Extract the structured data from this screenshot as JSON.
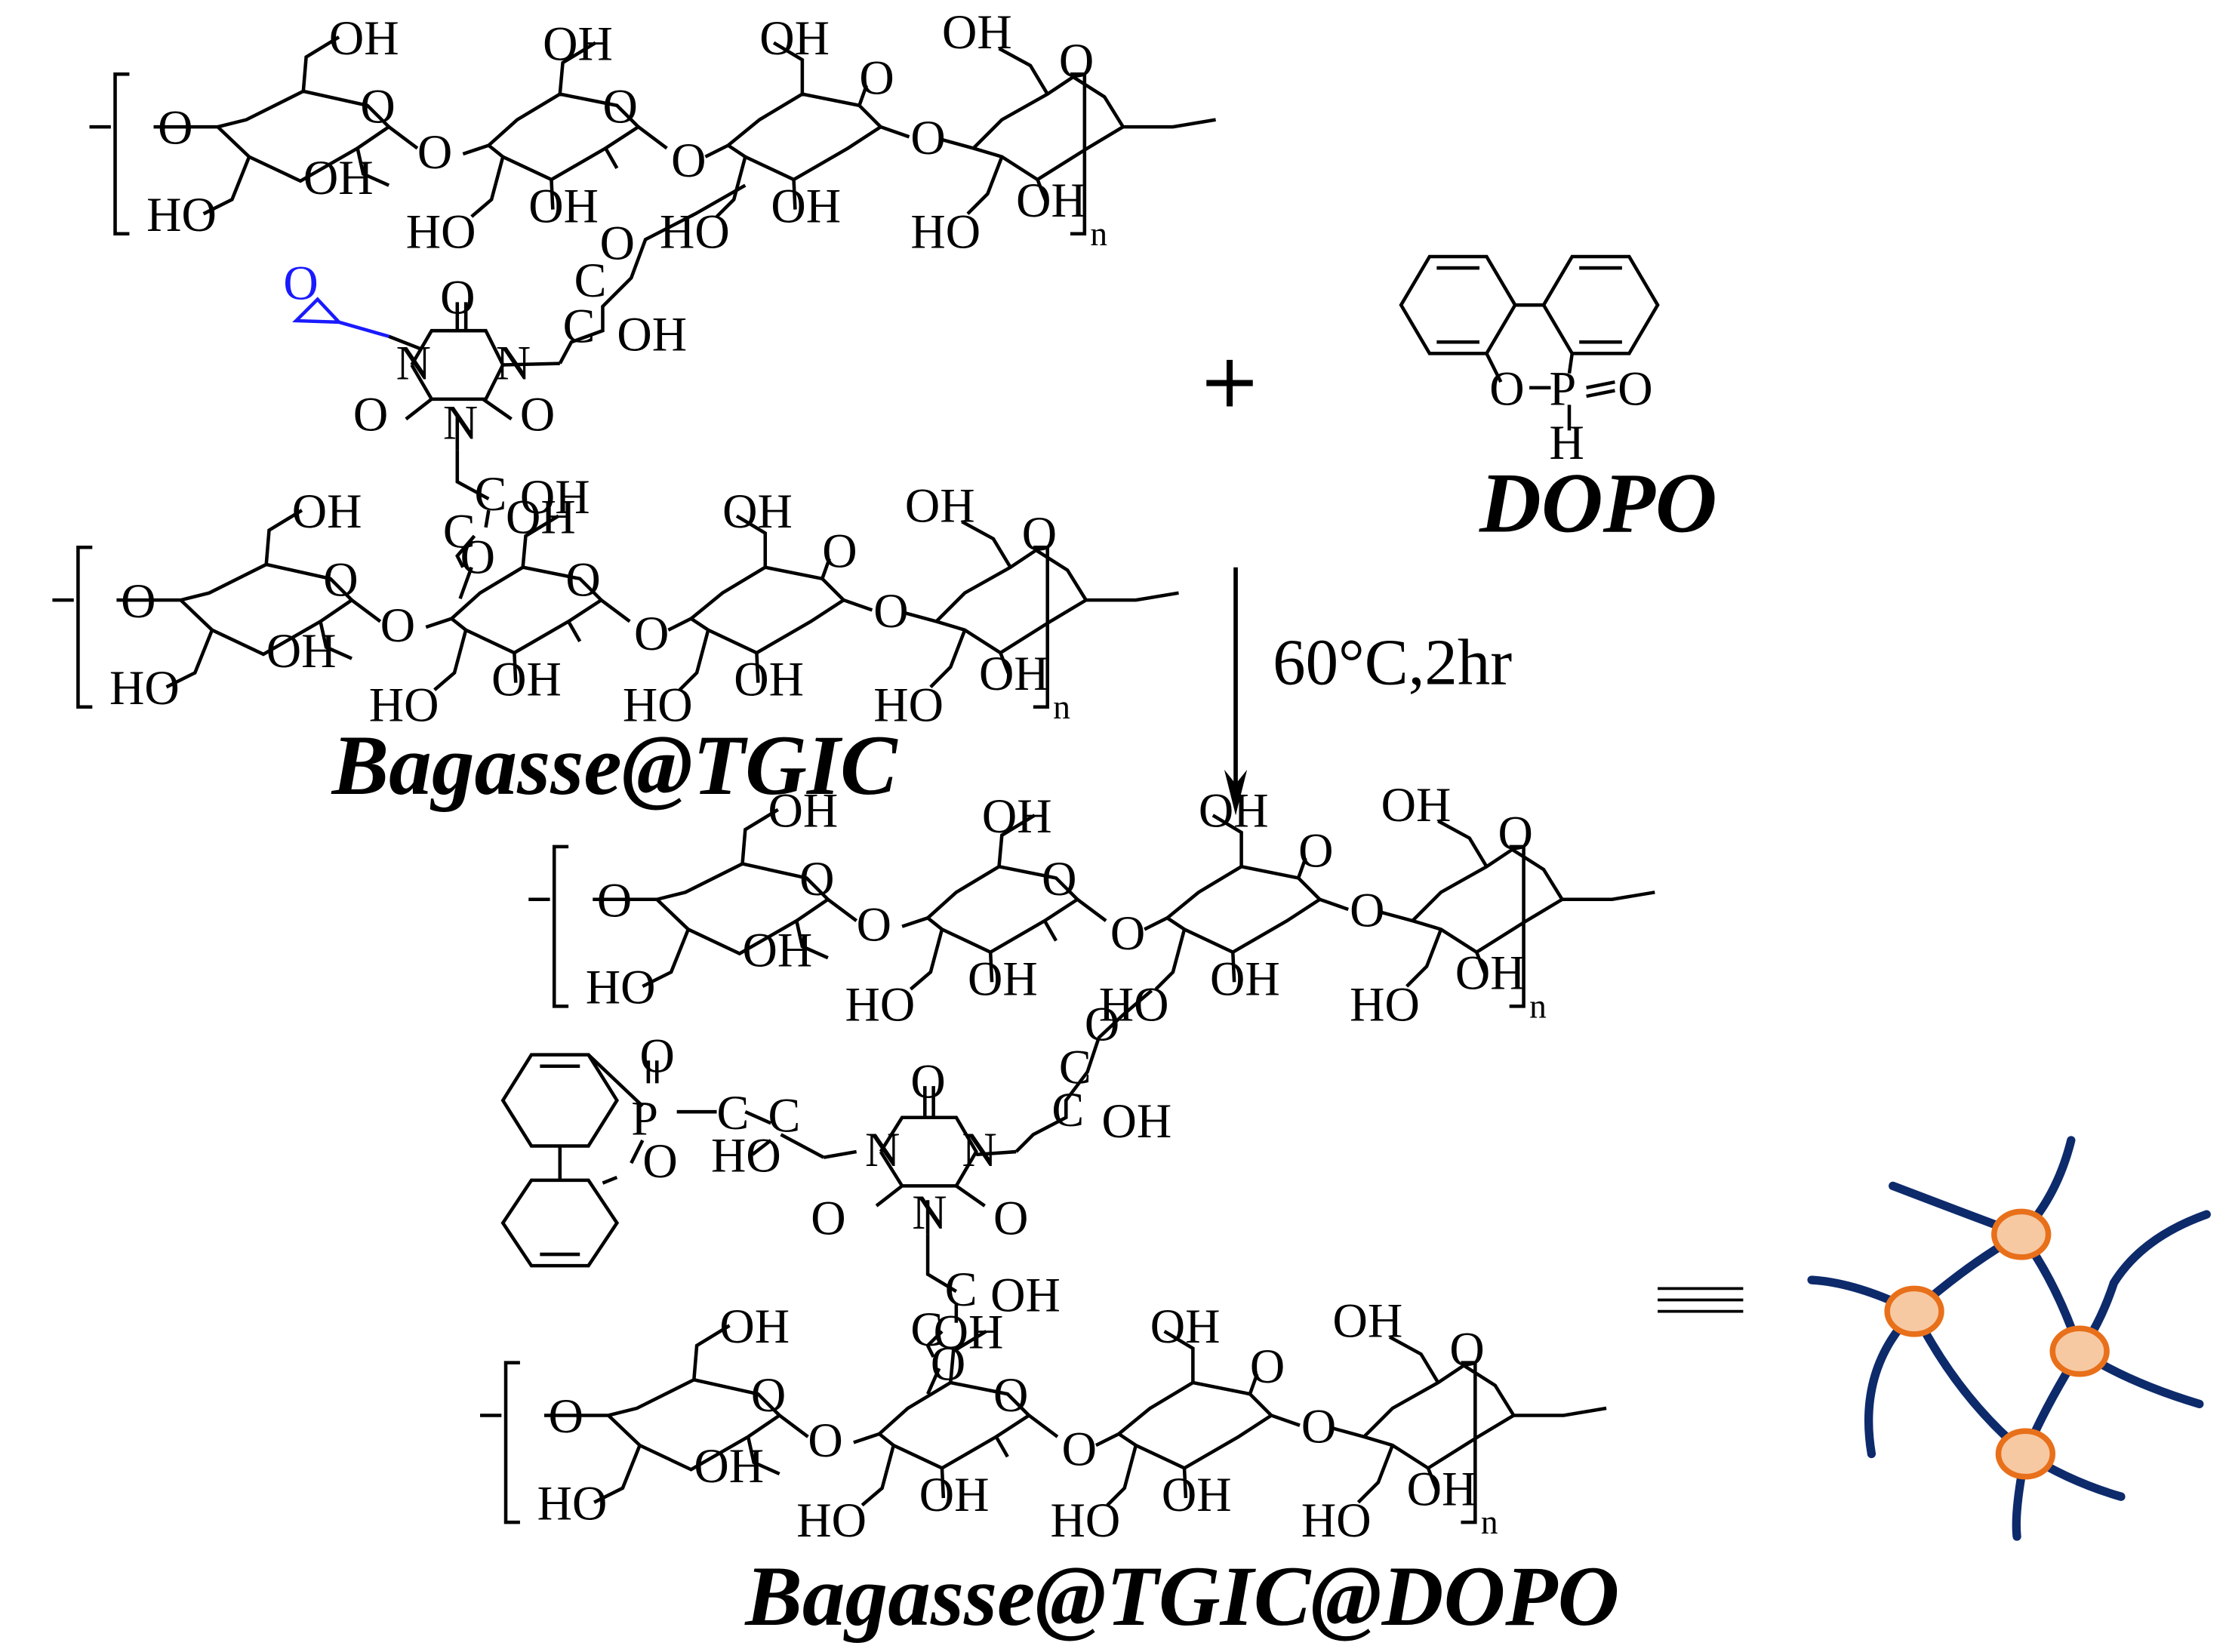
{
  "labels": {
    "hydroxyl": "OH",
    "hydroxyl_rev": "HO",
    "oxygen": "O",
    "carbon": "C",
    "nitrogen": "N",
    "phosphorus": "P",
    "hydrogen": "H",
    "repeat": "n",
    "carbonyl": "=O",
    "hydroxy_link": "C–OH",
    "ether_link": "O–"
  },
  "reagents": {
    "reactant_name": "Bagasse@TGIC",
    "reagent_name": "DOPO",
    "product_name": "Bagasse@TGIC@DOPO",
    "plus_sign": "+",
    "equivalence_sign": "≡"
  },
  "conditions": {
    "text": "60°C,2hr"
  },
  "colors": {
    "bonds": "#000000",
    "epoxide": "#1a1aff",
    "network_chain": "#0d2a6b",
    "crosslink_fill": "#f7c9a3",
    "crosslink_stroke": "#e8701a"
  }
}
